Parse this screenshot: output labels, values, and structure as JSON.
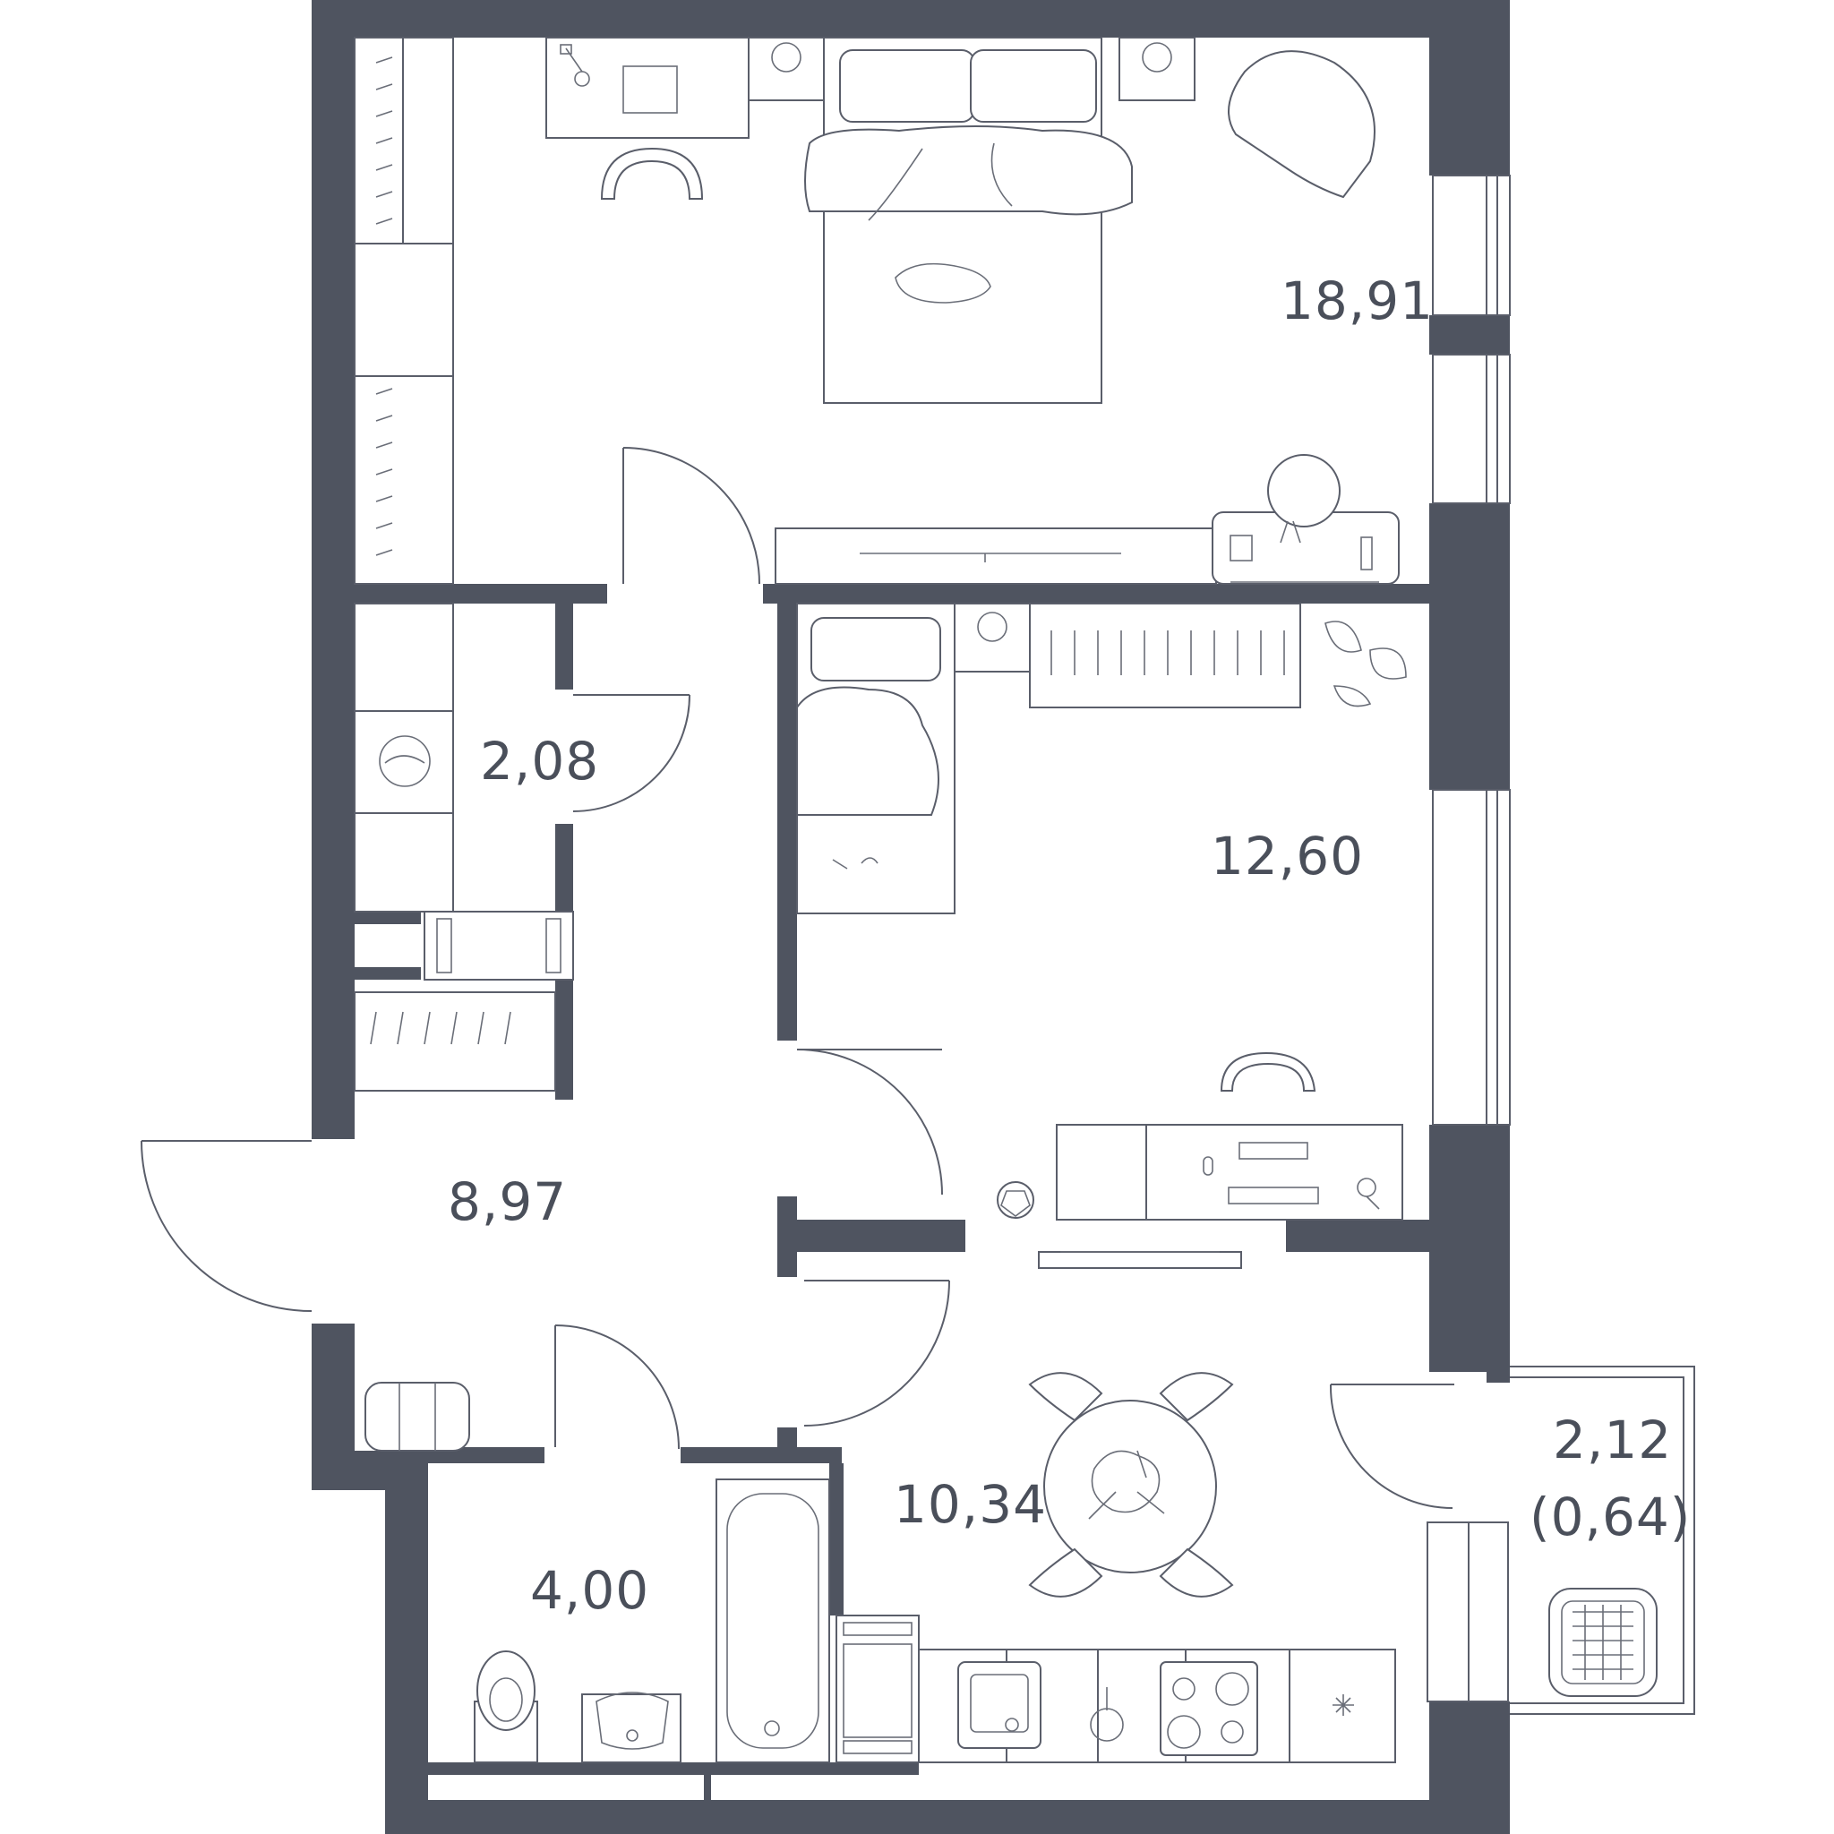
{
  "colors": {
    "wall": "#4f5460",
    "line": "#5a5e6a",
    "background": "#ffffff",
    "text": "#4a4f5a"
  },
  "rooms": [
    {
      "id": "bedroom-large",
      "area": "18,91"
    },
    {
      "id": "storage",
      "area": "2,08"
    },
    {
      "id": "bedroom-small",
      "area": "12,60"
    },
    {
      "id": "hallway",
      "area": "8,97"
    },
    {
      "id": "kitchen",
      "area": "10,34"
    },
    {
      "id": "bathroom",
      "area": "4,00"
    },
    {
      "id": "balcony",
      "area": "2,12"
    },
    {
      "id": "balcony-reduced",
      "area": "(0,64)"
    }
  ]
}
